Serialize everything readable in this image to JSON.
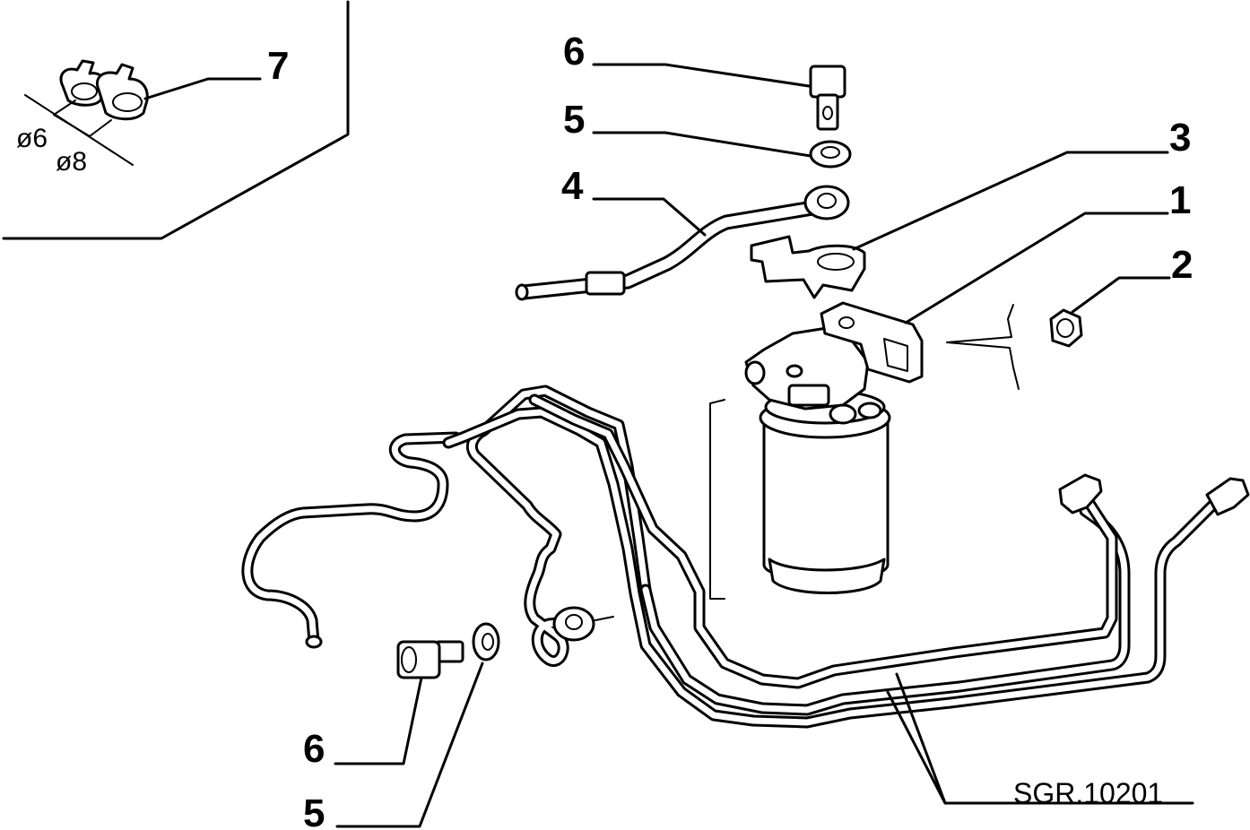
{
  "callouts": {
    "c7": "7",
    "c6_top": "6",
    "c5_top": "5",
    "c4": "4",
    "c3": "3",
    "c1": "1",
    "c2": "2",
    "c6_bottom": "6",
    "c5_bottom": "5"
  },
  "inset": {
    "dim_6": "ø6",
    "dim_8": "ø8"
  },
  "reference": "SGR.10201"
}
